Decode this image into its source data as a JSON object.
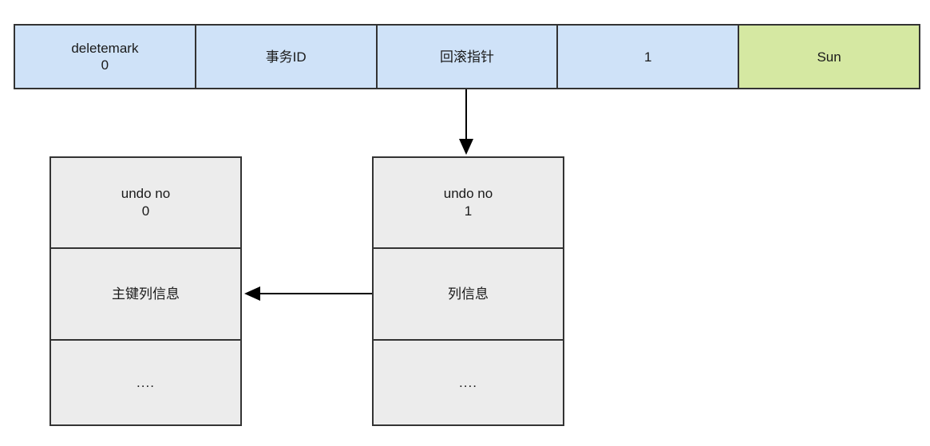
{
  "colors": {
    "page-bg": "#ffffff",
    "field-bg": "#cfe2f8",
    "highlight-bg": "#d5e8a2",
    "undo-bg": "#ececec",
    "border": "#333333",
    "arrow": "#000000",
    "text": "#1a1a1a"
  },
  "record_row": {
    "cells": [
      {
        "line1": "deletemark",
        "line2": "0"
      },
      {
        "line1": "事务ID"
      },
      {
        "line1": "回滚指针"
      },
      {
        "line1": "1"
      },
      {
        "line1": "Sun"
      }
    ]
  },
  "undo_logs": [
    {
      "no_label": "undo no",
      "no_value": "0",
      "columns": "主键列信息",
      "ellipsis": "...."
    },
    {
      "no_label": "undo no",
      "no_value": "1",
      "columns": "列信息",
      "ellipsis": "...."
    }
  ]
}
